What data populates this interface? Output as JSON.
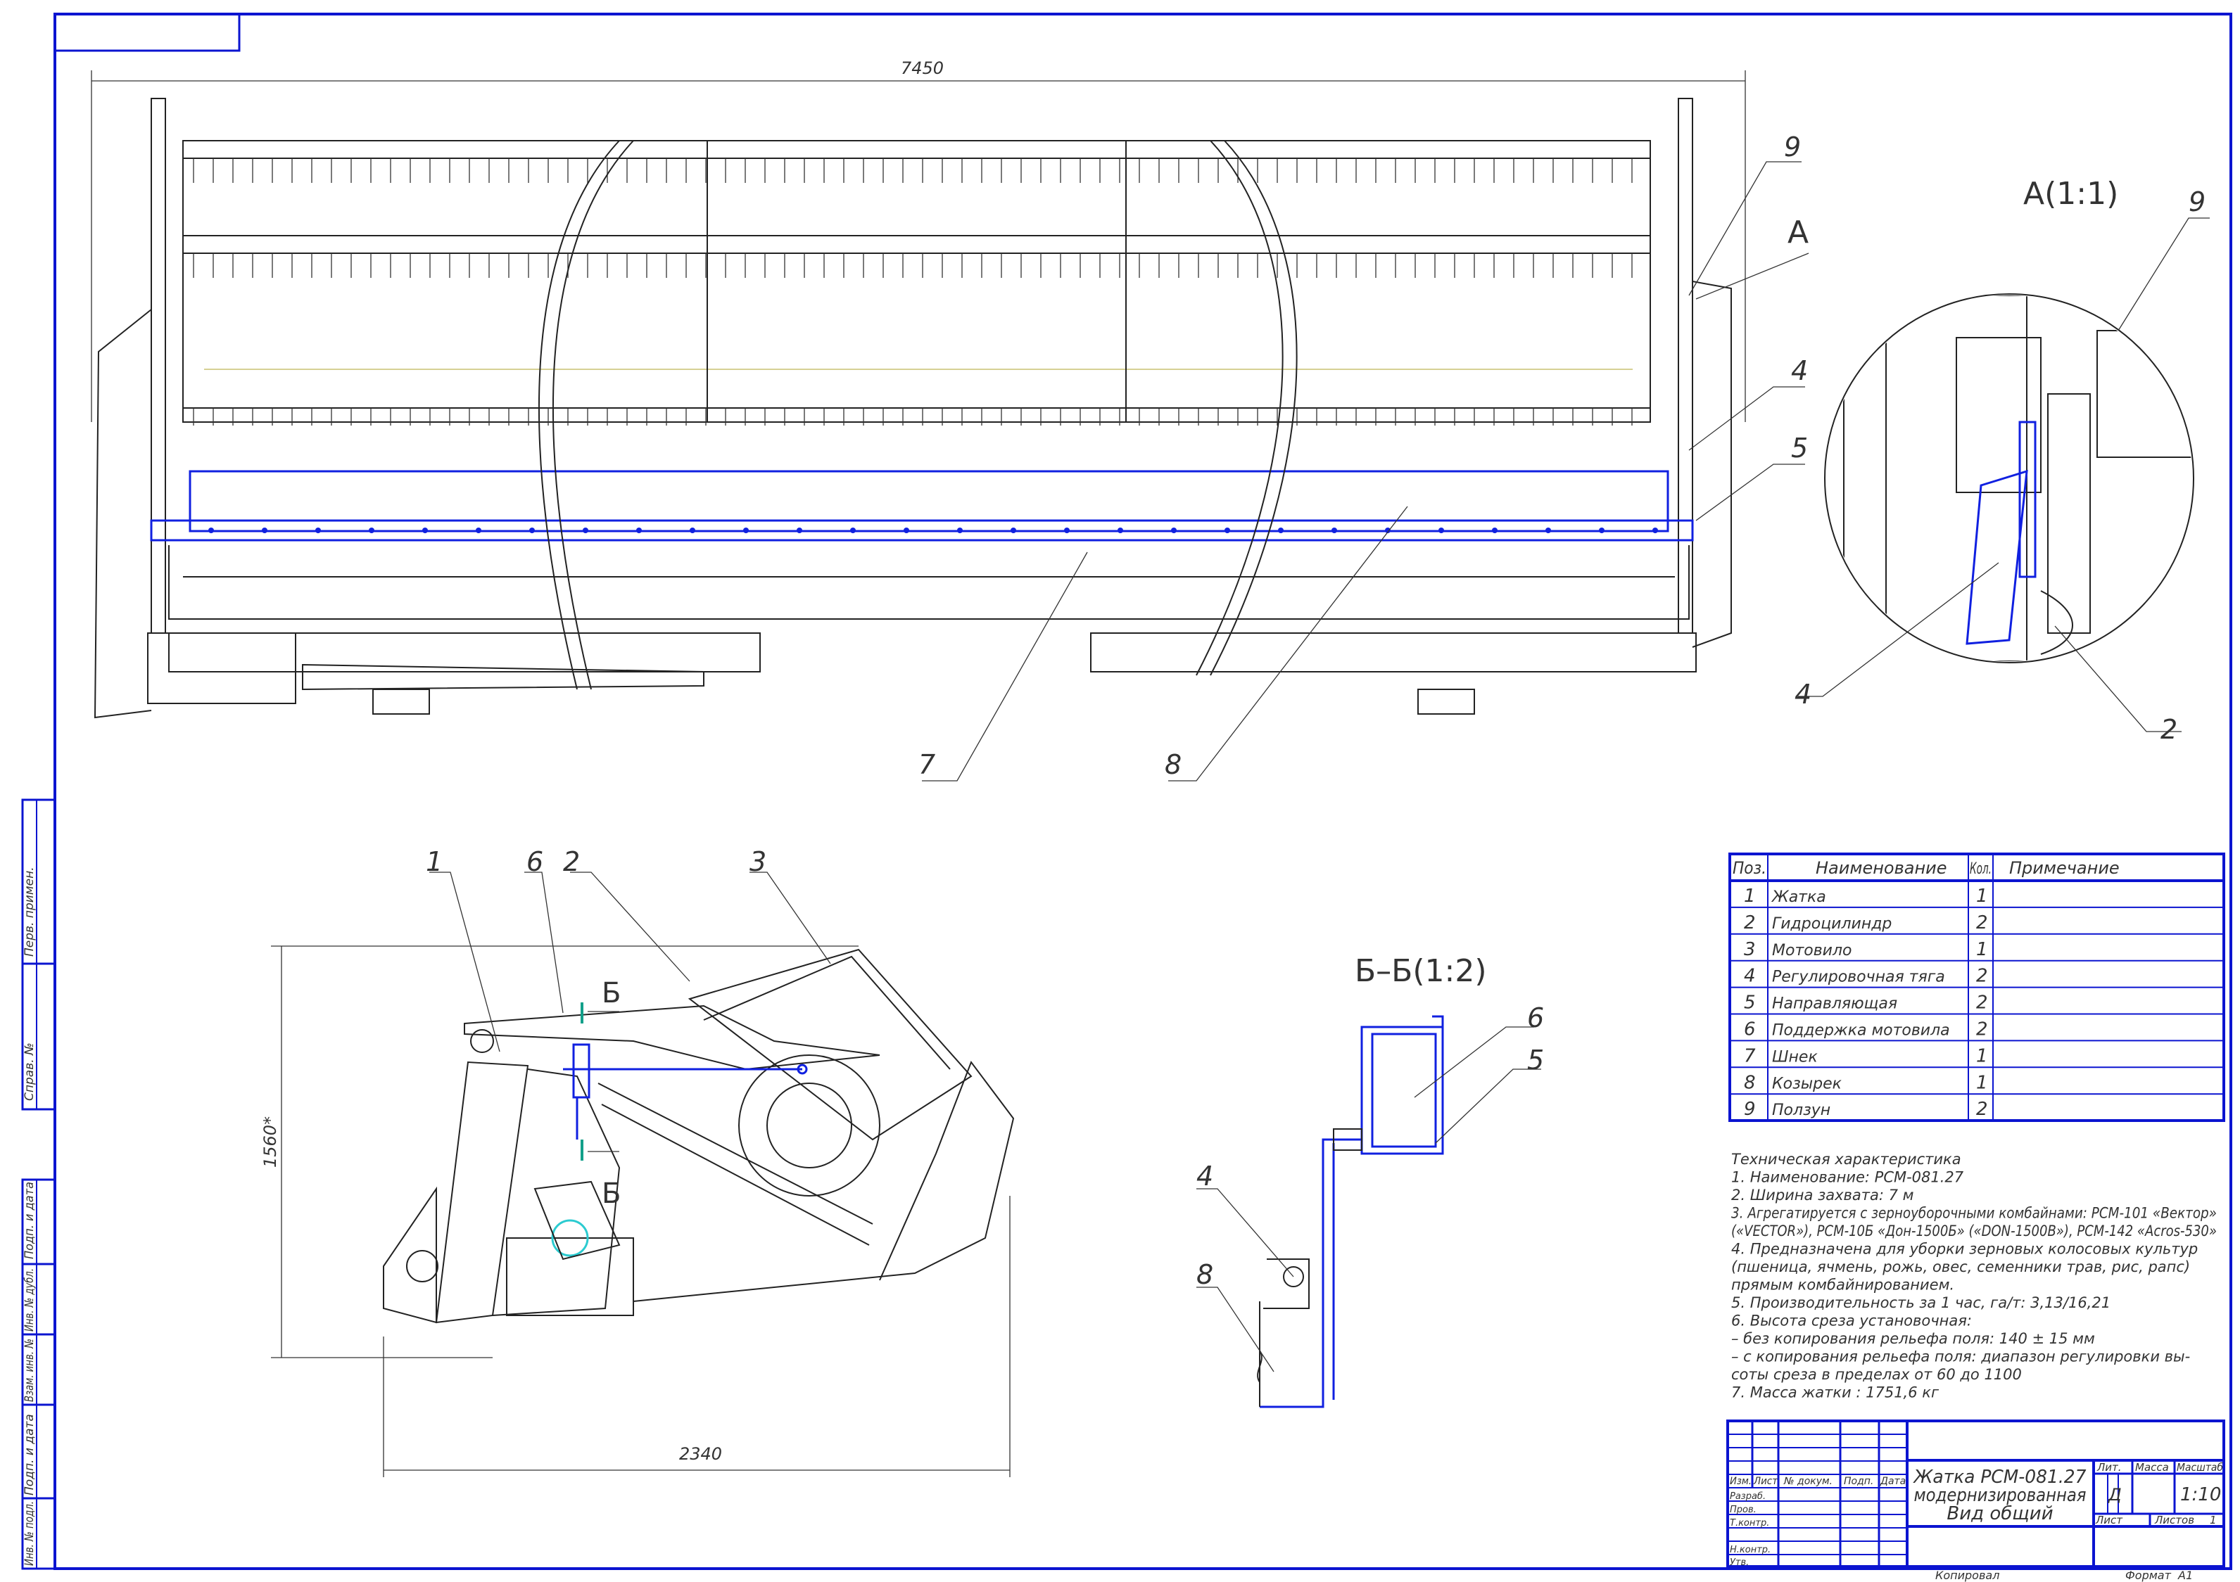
{
  "colors": {
    "frame": "#0b14d0",
    "line": "#222222",
    "accent_blue": "#1020e0",
    "section_mark": "#12a08a"
  },
  "dimensions": {
    "width_total": "7450",
    "side_length": "2340",
    "side_height": "1560*"
  },
  "views": {
    "detail_a_title": "А(1:1)",
    "detail_a_marker": "А",
    "section_title": "Б–Б(1:2)",
    "section_mark_top": "Б",
    "section_mark_bottom": "Б"
  },
  "callouts": {
    "top": [
      "9",
      "А",
      "4",
      "5",
      "7",
      "8"
    ],
    "detail": [
      "9",
      "4",
      "2"
    ],
    "side": [
      "1",
      "6",
      "2",
      "3"
    ],
    "section": [
      "6",
      "5",
      "4",
      "8"
    ]
  },
  "parts_table": {
    "headers": [
      "Поз.",
      "Наименование",
      "Кол.",
      "Примечание"
    ],
    "rows": [
      {
        "pos": "1",
        "name": "Жатка",
        "qty": "1",
        "note": ""
      },
      {
        "pos": "2",
        "name": "Гидроцилиндр",
        "qty": "2",
        "note": ""
      },
      {
        "pos": "3",
        "name": "Мотовило",
        "qty": "1",
        "note": ""
      },
      {
        "pos": "4",
        "name": "Регулировочная тяга",
        "qty": "2",
        "note": ""
      },
      {
        "pos": "5",
        "name": "Направляющая",
        "qty": "2",
        "note": ""
      },
      {
        "pos": "6",
        "name": "Поддержка мотовила",
        "qty": "2",
        "note": ""
      },
      {
        "pos": "7",
        "name": "Шнек",
        "qty": "1",
        "note": ""
      },
      {
        "pos": "8",
        "name": "Козырек",
        "qty": "1",
        "note": ""
      },
      {
        "pos": "9",
        "name": "Ползун",
        "qty": "2",
        "note": ""
      }
    ]
  },
  "tech_specs": [
    "Техническая характеристика",
    "1. Наименование:  РСМ-081.27",
    "2. Ширина захвата:  7 м",
    "3. Агрегатируется  с  зерноуборочными  комбайнами: РСМ-101 «Вектор»",
    "(«VECTOR»), РСМ-10Б «Дон-1500Б» («DON-1500B»), РСМ-142 «Acros-530»",
    "4. Предназначена для уборки зерновых колосовых культур",
    "(пшеница, ячмень, рожь, овес, семенники трав, рис, рапс)",
    " прямым комбайнированием.",
    "5. Производительность за 1 час, га/т: 3,13/16,21",
    "6. Высота среза установочная:",
    "– без копирования рельефа поля: 140 ± 15 мм",
    "– с копирования рельефа поля: диапазон регулировки вы-",
    "соты среза в пределах от 60 до 1100",
    "7. Масса жатки : 1751,6 кг"
  ],
  "title_block": {
    "title_lines": [
      "Жатка РСМ-081.27",
      "модернизированная",
      "Вид общий"
    ],
    "col_headers": [
      "Изм.",
      "Лист",
      "№ докум.",
      "Подп.",
      "Дата"
    ],
    "roles": [
      "Разраб.",
      "Пров.",
      "Т.контр.",
      "",
      "Н.контр.",
      "Утв."
    ],
    "lit_label": "Лит.",
    "mass_label": "Масса",
    "scale_label": "Масштаб",
    "lit_value": "Д",
    "scale_value": "1:10",
    "sheet_label": "Лист",
    "sheets_label": "Листов",
    "sheets_value": "1",
    "copied_label": "Копировал",
    "format_label": "Формат",
    "format_value": "А1"
  },
  "margin_labels": [
    "Перв. примен.",
    "Справ. №",
    "Подп. и дата",
    "Инв. № дубл.",
    "Взам. инв. №",
    "Подп. и дата",
    "Инв. № подл."
  ]
}
